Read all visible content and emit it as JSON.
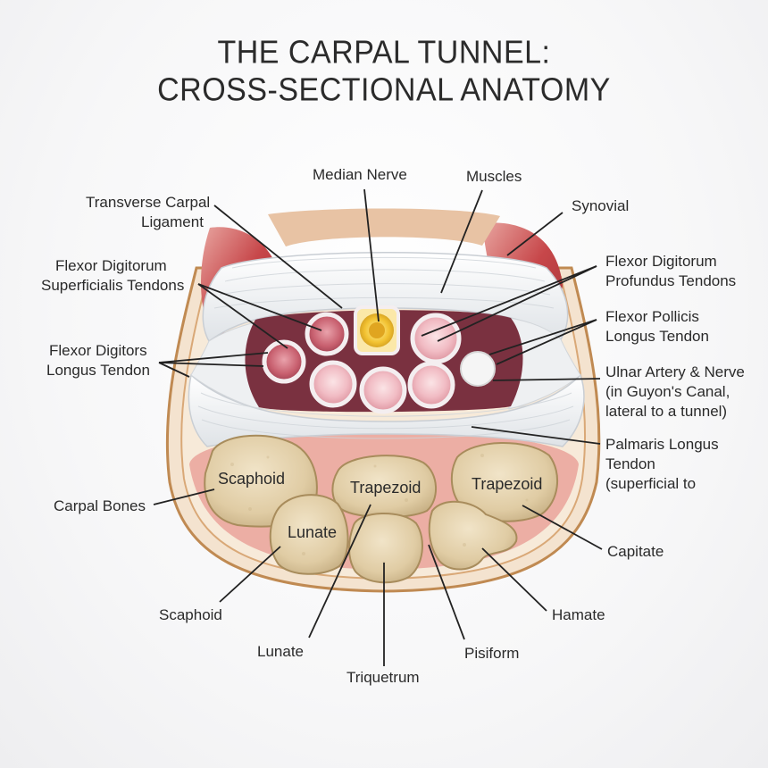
{
  "title_line1": "THE CARPAL TUNNEL:",
  "title_line2": "CROSS-SECTIONAL ANATOMY",
  "labels": {
    "median_nerve": "Median Nerve",
    "muscles": "Muscles",
    "transverse_carpal_ligament": [
      "Transverse Carpal",
      "Ligament"
    ],
    "synovial": "Synovial",
    "fds_tendons": [
      "Flexor Digitorum",
      "Superficialis Tendons"
    ],
    "fdp_tendons": [
      "Flexor Digitorum",
      "Profundus Tendons"
    ],
    "flexor_pollicis_longus": [
      "Flexor Pollicis",
      "Longus Tendon"
    ],
    "flexor_digitors_longus": [
      "Flexor Digitors",
      "Longus Tendon"
    ],
    "ulnar_artery_nerve": [
      "Ulnar Artery & Nerve",
      "(in Guyon's Canal,",
      "lateral to a tunnel)"
    ],
    "palmaris_longus": [
      "Palmaris Longus",
      "Tendon",
      "(superficial to"
    ],
    "carpal_bones": "Carpal Bones",
    "capitate": "Capitate",
    "hamate": "Hamate",
    "scaphoid_outer": "Scaphoid",
    "lunate_outer": "Lunate",
    "triquetrum": "Triquetrum",
    "pisiform": "Pisiform"
  },
  "bones": {
    "scaphoid": "Scaphoid",
    "trapezoid_center": "Trapezoid",
    "trapezoid_right": "Trapezoid",
    "lunate": "Lunate"
  },
  "colors": {
    "skin": "#f3d7c2",
    "fat": "#e8c89a",
    "muscle": "#c7474a",
    "ligament": "#eef0f2",
    "tendon": "#f1c0c6",
    "tendon_dark": "#c8606f",
    "nerve": "#f2c232",
    "bone": "#e4d2ae",
    "canal": "#7a3140"
  }
}
